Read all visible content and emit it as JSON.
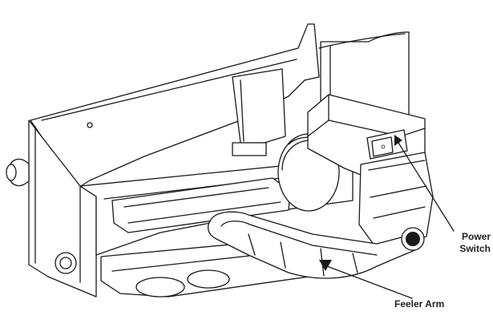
{
  "diagram": {
    "subject": "ice-maker-assembly",
    "callouts": {
      "power_switch_line1": "Power",
      "power_switch_line2": "Switch",
      "feeler_arm": "Feeler Arm"
    }
  }
}
